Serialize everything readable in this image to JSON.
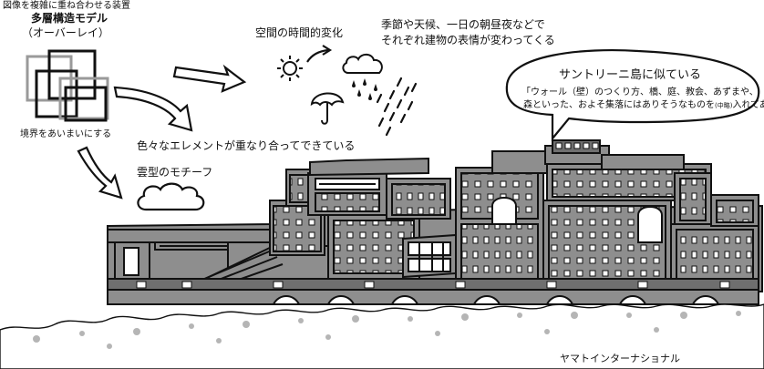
{
  "caption_top": "図像を複雑に重ね合わせる装置",
  "multilayer": {
    "title": "多層構造モデル",
    "subtitle": "（オーバーレイ）",
    "note": "境界をあいまいにする"
  },
  "temporal": {
    "title": "空間の時間的変化",
    "desc_line1": "季節や天候、一日の朝昼夜などで",
    "desc_line2": "それぞれ建物の表情が変わってくる"
  },
  "elements_note": "色々なエレメントが重なり合ってできている",
  "cloud_motif": "雲型のモチーフ",
  "speech": {
    "title": "サントリーニ島に似ている",
    "line1": "「ウォール（壁）のつくり方、橋、庭、教会、あずまや、",
    "line2": "森といった、およそ集落にはありそうなものを",
    "line2_small": "(中略)",
    "line2_end": "入れてある」"
  },
  "company": "ヤマトインターナショナル",
  "icons": [
    "sun-icon",
    "cloud-rain-icon",
    "umbrella-icon",
    "rain-streaks-icon",
    "cloud-icon"
  ],
  "colors": {
    "building": "#8e8e8e",
    "building_dark": "#6f6f6f",
    "ink": "#111111",
    "paper": "#ffffff"
  }
}
